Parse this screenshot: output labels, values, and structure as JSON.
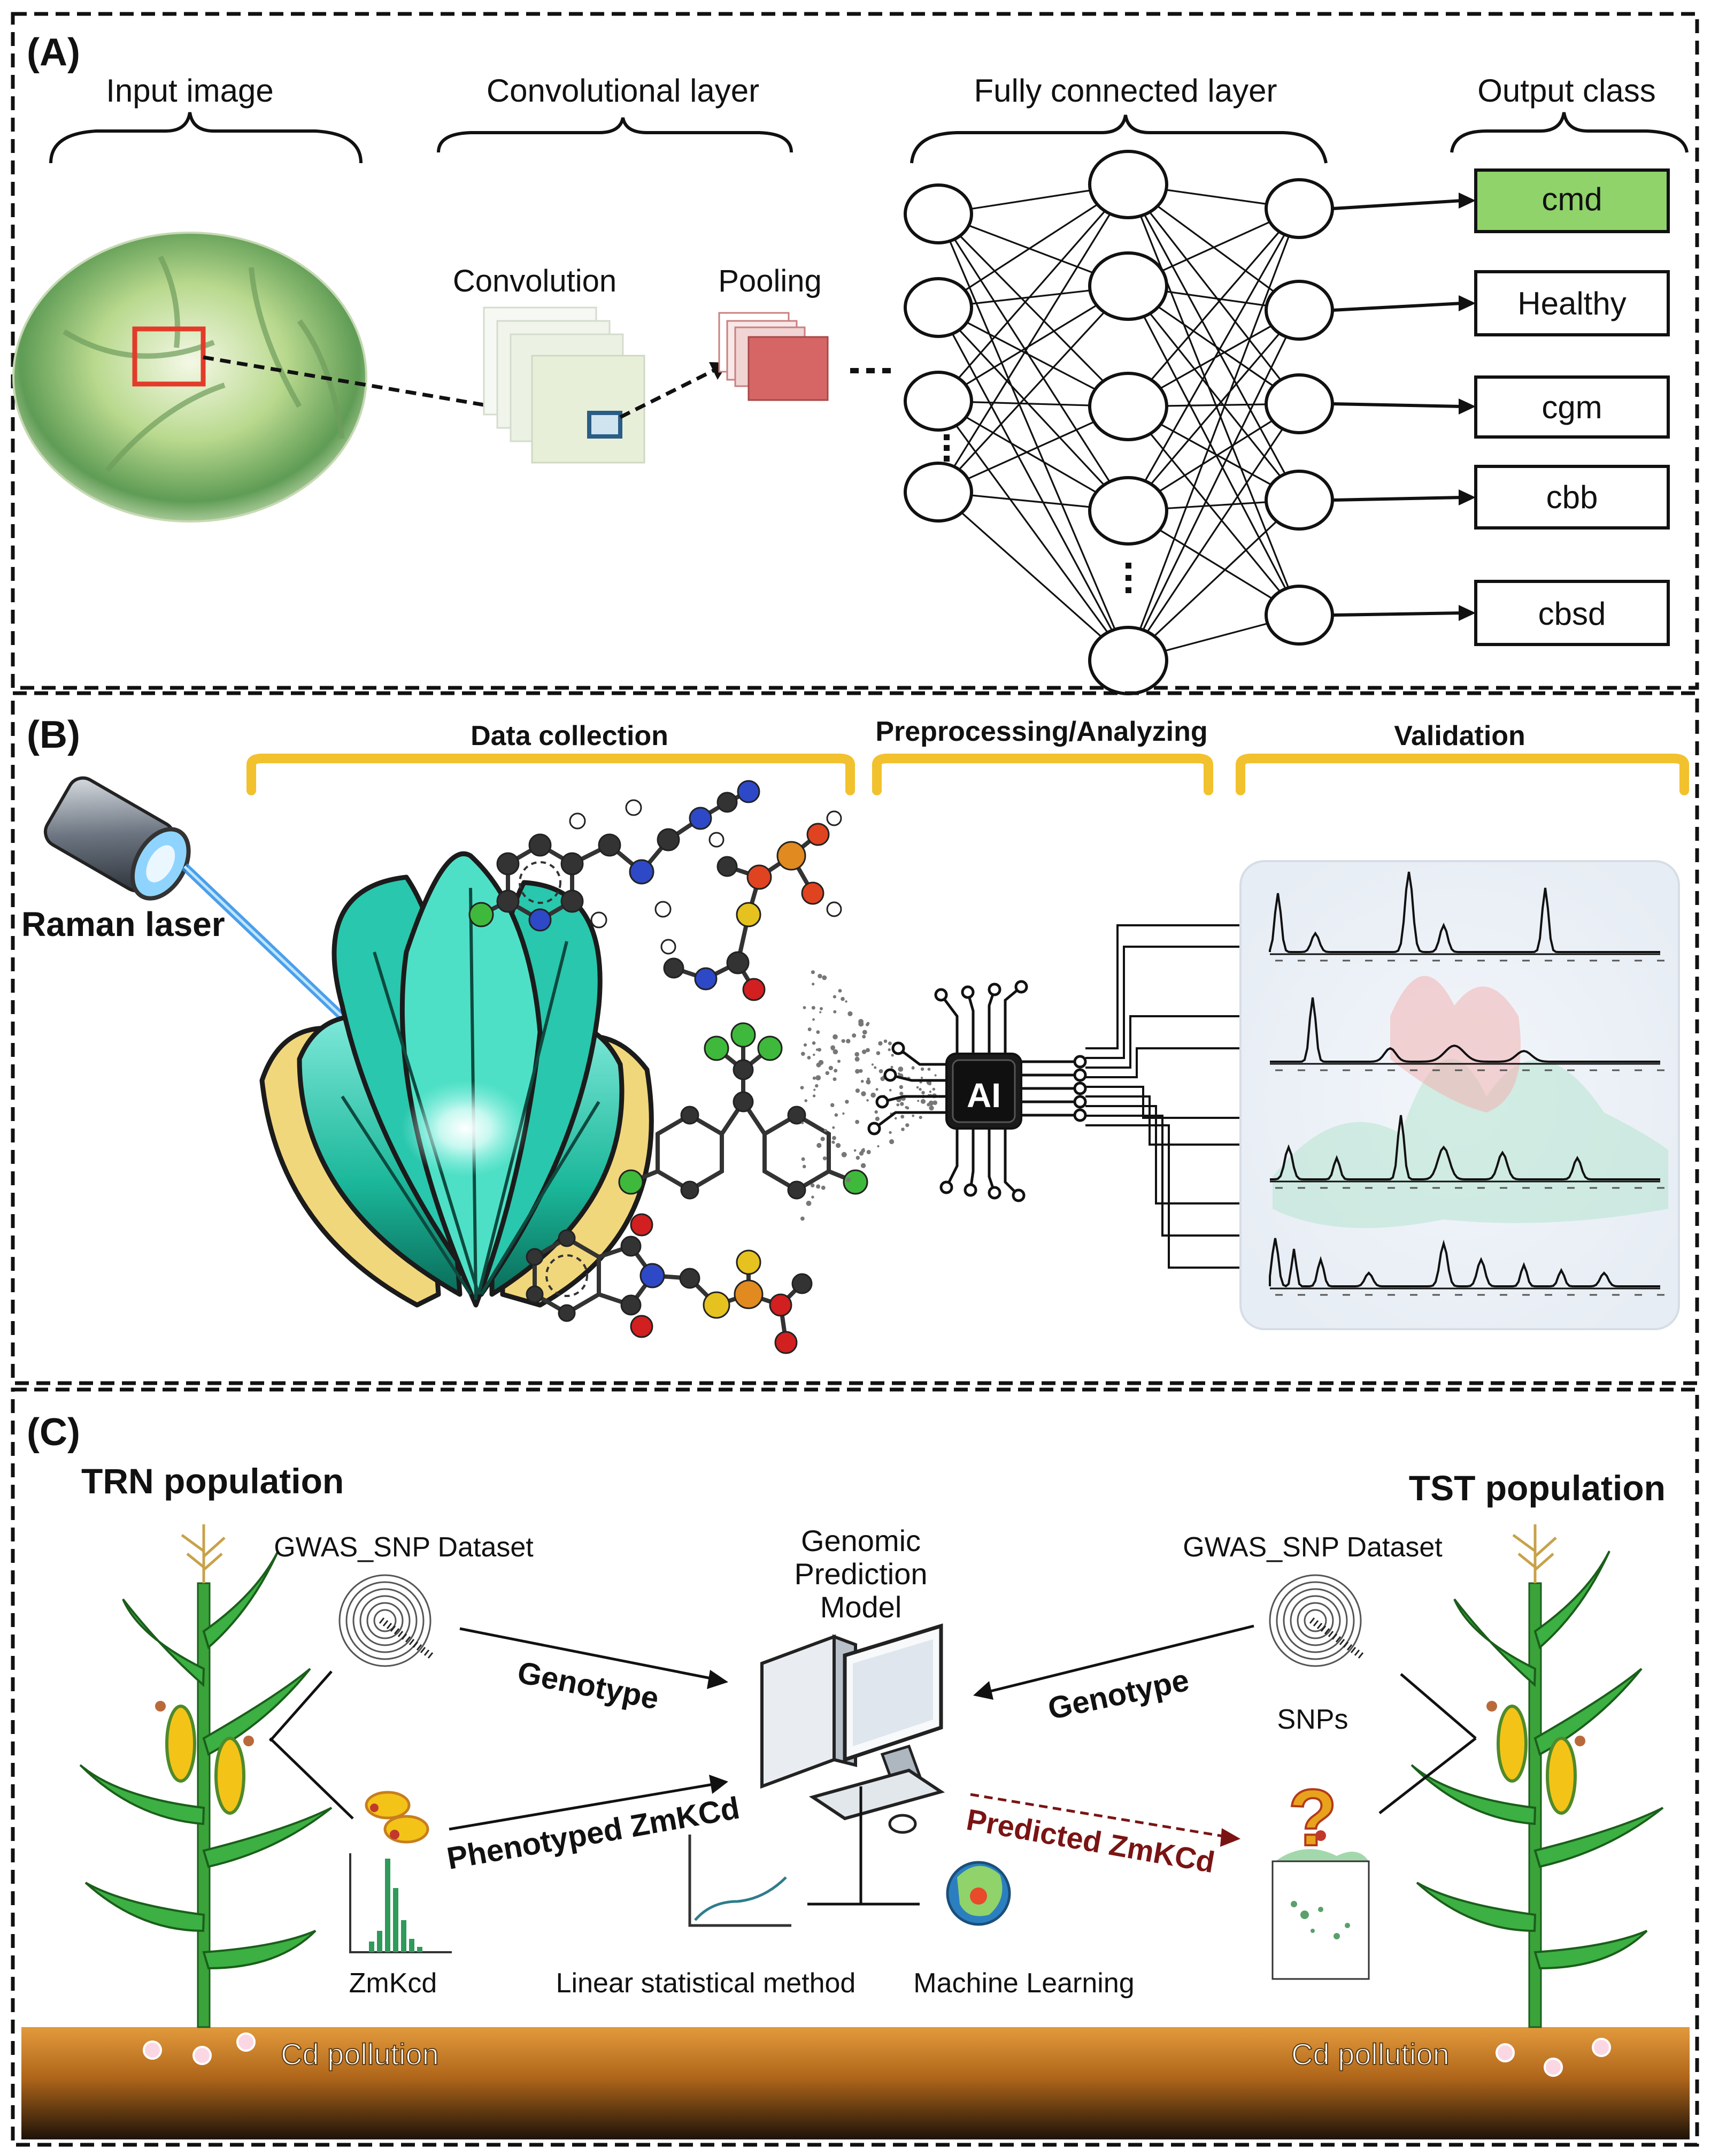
{
  "panel_a": {
    "tag": "(A)",
    "headers": {
      "input": "Input image",
      "conv": "Convolutional layer",
      "fc": "Fully connected layer",
      "output": "Output class"
    },
    "conv_label": "Convolution",
    "pool_label": "Pooling",
    "output_classes": [
      "cmd",
      "Healthy",
      "cgm",
      "cbb",
      "cbsd"
    ],
    "highlight_color": "#8fd36a"
  },
  "panel_b": {
    "tag": "(B)",
    "stages": [
      "Data collection",
      "Preprocessing/Analyzing",
      "Validation"
    ],
    "laser_label": "Raman laser",
    "ai_label": "AI",
    "bracket_color": "#f2c12e"
  },
  "panel_c": {
    "tag": "(C)",
    "trn_title": "TRN population",
    "tst_title": "TST population",
    "gwas_left": "GWAS_SNP Dataset",
    "gwas_right": "GWAS_SNP Dataset",
    "model_label": [
      "Genomic",
      "Prediction",
      "Model"
    ],
    "genotype_left": "Genotype",
    "genotype_right": "Genotype",
    "snps": "SNPs",
    "phenotyped": "Phenotyped ZmKCd",
    "predicted": "Predicted ZmKCd",
    "zmkcd": "ZmKcd",
    "linear": "Linear statistical method",
    "ml": "Machine Learning",
    "pollution_left": "Cd pollution",
    "pollution_right": "Cd pollution",
    "predicted_color": "#7a1414"
  }
}
